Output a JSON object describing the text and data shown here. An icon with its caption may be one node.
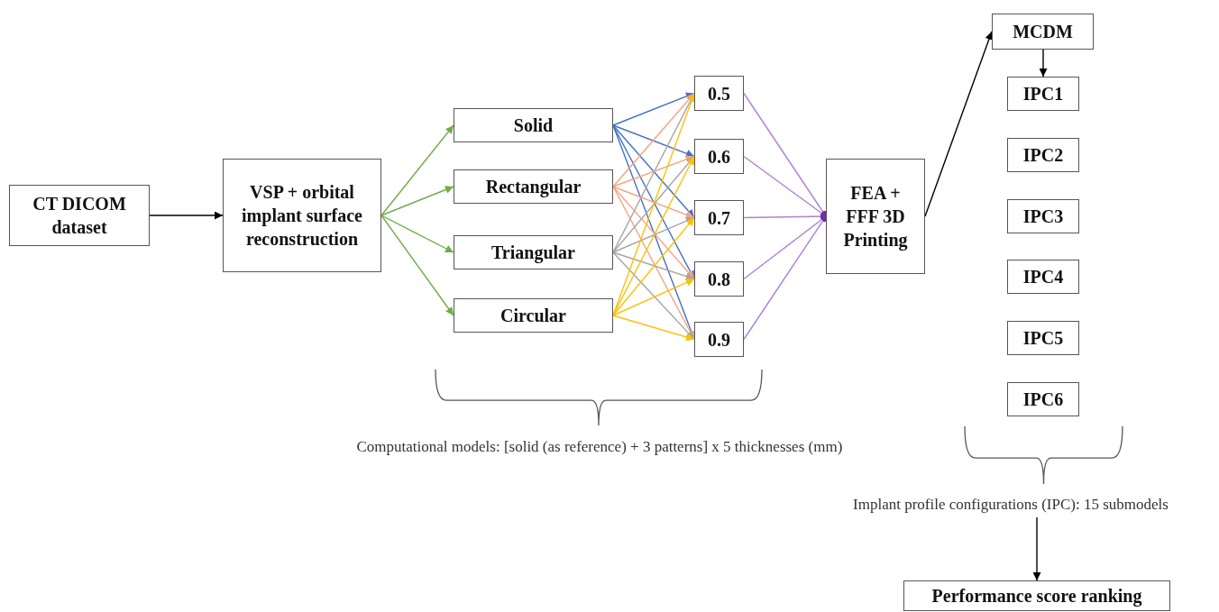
{
  "diagram": {
    "nodes": [
      {
        "text": [
          "CT DICOM dataset"
        ]
      },
      {
        "text": [
          "VSP + orbital implant surface reconstruction"
        ]
      },
      {
        "text": [
          "Solid"
        ]
      },
      {
        "text": [
          "Rectangular"
        ]
      },
      {
        "text": [
          "Triangular"
        ]
      },
      {
        "text": [
          "Circular"
        ]
      },
      {
        "text": [
          "0.5"
        ]
      },
      {
        "text": [
          "0.6"
        ]
      },
      {
        "text": [
          "0.7"
        ]
      },
      {
        "text": [
          "0.8"
        ]
      },
      {
        "text": [
          "0.9"
        ]
      },
      {
        "text": [
          "FEA + FFF 3D Printing"
        ]
      },
      {
        "text": [
          "MCDM"
        ]
      },
      {
        "text": [
          "IPC1"
        ]
      },
      {
        "text": [
          "IPC2"
        ]
      },
      {
        "text": [
          "IPC3"
        ]
      },
      {
        "text": [
          "IPC4"
        ]
      },
      {
        "text": [
          "IPC5"
        ]
      },
      {
        "text": [
          "IPC6"
        ]
      },
      {
        "text": [
          "Implant profile configurations (IPC): 15 submodels"
        ]
      },
      {
        "text": [
          "Performance score ranking"
        ]
      }
    ],
    "edges": [
      {
        "from": 0,
        "to": 1,
        "arrow": "to",
        "color": "#000000"
      },
      {
        "from": 1,
        "to": 2,
        "arrow": "to",
        "color": "#70ad47"
      },
      {
        "from": 1,
        "to": 3,
        "arrow": "to",
        "color": "#70ad47"
      },
      {
        "from": 1,
        "to": 4,
        "arrow": "to",
        "color": "#70ad47"
      },
      {
        "from": 1,
        "to": 5,
        "arrow": "to",
        "color": "#70ad47"
      },
      {
        "from": 2,
        "to": 6,
        "arrow": "to",
        "color": "#4472c4"
      },
      {
        "from": 2,
        "to": 7,
        "arrow": "to",
        "color": "#4472c4"
      },
      {
        "from": 2,
        "to": 8,
        "arrow": "to",
        "color": "#4472c4"
      },
      {
        "from": 2,
        "to": 9,
        "arrow": "to",
        "color": "#4472c4"
      },
      {
        "from": 2,
        "to": 10,
        "arrow": "to",
        "color": "#4472c4"
      },
      {
        "from": 3,
        "to": 6,
        "arrow": "to",
        "color": "#f4a582"
      },
      {
        "from": 3,
        "to": 7,
        "arrow": "to",
        "color": "#f4a582"
      },
      {
        "from": 3,
        "to": 8,
        "arrow": "to",
        "color": "#f4a582"
      },
      {
        "from": 3,
        "to": 9,
        "arrow": "to",
        "color": "#f4a582"
      },
      {
        "from": 3,
        "to": 10,
        "arrow": "to",
        "color": "#f4a582"
      },
      {
        "from": 4,
        "to": 6,
        "arrow": "to",
        "color": "#a5a5a5"
      },
      {
        "from": 4,
        "to": 7,
        "arrow": "to",
        "color": "#a5a5a5"
      },
      {
        "from": 4,
        "to": 8,
        "arrow": "to",
        "color": "#a5a5a5"
      },
      {
        "from": 4,
        "to": 9,
        "arrow": "to",
        "color": "#a5a5a5"
      },
      {
        "from": 4,
        "to": 10,
        "arrow": "to",
        "color": "#a5a5a5"
      },
      {
        "from": 5,
        "to": 6,
        "arrow": "to",
        "color": "#ffc000"
      },
      {
        "from": 5,
        "to": 7,
        "arrow": "to",
        "color": "#ffc000"
      },
      {
        "from": 5,
        "to": 8,
        "arrow": "to",
        "color": "#ffc000"
      },
      {
        "from": 5,
        "to": 9,
        "arrow": "to",
        "color": "#ffc000"
      },
      {
        "from": 5,
        "to": 10,
        "arrow": "to",
        "color": "#ffc000"
      },
      {
        "from": 6,
        "to": 11,
        "arrow": "other",
        "color": "#b07fd6"
      },
      {
        "from": 7,
        "to": 11,
        "arrow": "other",
        "color": "#b07fd6"
      },
      {
        "from": 8,
        "to": 11,
        "arrow": "other",
        "color": "#b07fd6"
      },
      {
        "from": 9,
        "to": 11,
        "arrow": "other",
        "color": "#b07fd6"
      },
      {
        "from": 10,
        "to": 11,
        "arrow": "other",
        "color": "#b07fd6"
      },
      {
        "from": 11,
        "to": 12,
        "arrow": "to",
        "color": "#000000"
      },
      {
        "from": 12,
        "to": 13,
        "arrow": "to",
        "color": "#000000"
      },
      {
        "from": 19,
        "to": 20,
        "arrow": "to",
        "color": "#000000"
      }
    ],
    "labels": [
      "Computational models: [solid (as reference) + 3 patterns] x 5 thicknesses (mm)"
    ]
  }
}
